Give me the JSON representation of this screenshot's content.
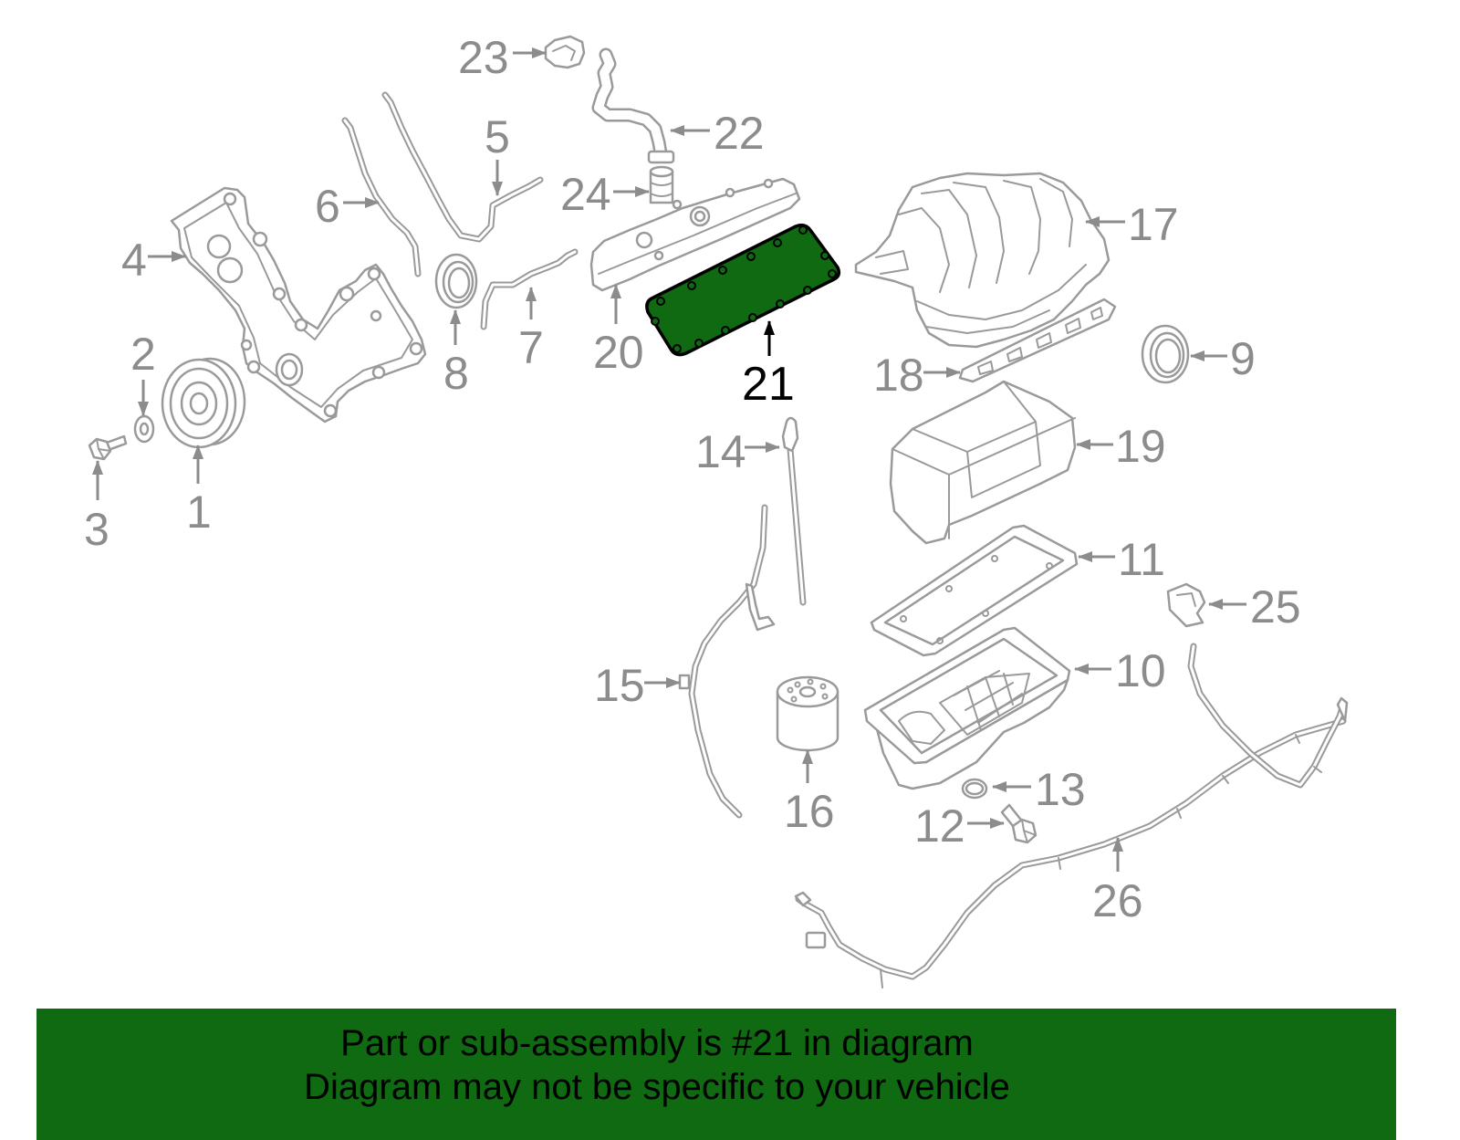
{
  "diagram": {
    "part_labels": {
      "p1": "1",
      "p2": "2",
      "p3": "3",
      "p4": "4",
      "p5": "5",
      "p6": "6",
      "p7": "7",
      "p8": "8",
      "p9": "9",
      "p10": "10",
      "p11": "11",
      "p12": "12",
      "p13": "13",
      "p14": "14",
      "p15": "15",
      "p16": "16",
      "p17": "17",
      "p18": "18",
      "p19": "19",
      "p20": "20",
      "p21": "21",
      "p22": "22",
      "p23": "23",
      "p24": "24",
      "p25": "25",
      "p26": "26"
    }
  },
  "banner": {
    "line1": "Part or sub-assembly is #21 in diagram",
    "line2": "Diagram may not be specific to your vehicle"
  },
  "colors": {
    "highlight_fill": "#0f6a12",
    "highlight_label": "#000000",
    "callout_text": "#8c8c8c",
    "part_outline": "#9a9a9a",
    "banner_background": "#0f6a12",
    "banner_text": "#000000"
  }
}
